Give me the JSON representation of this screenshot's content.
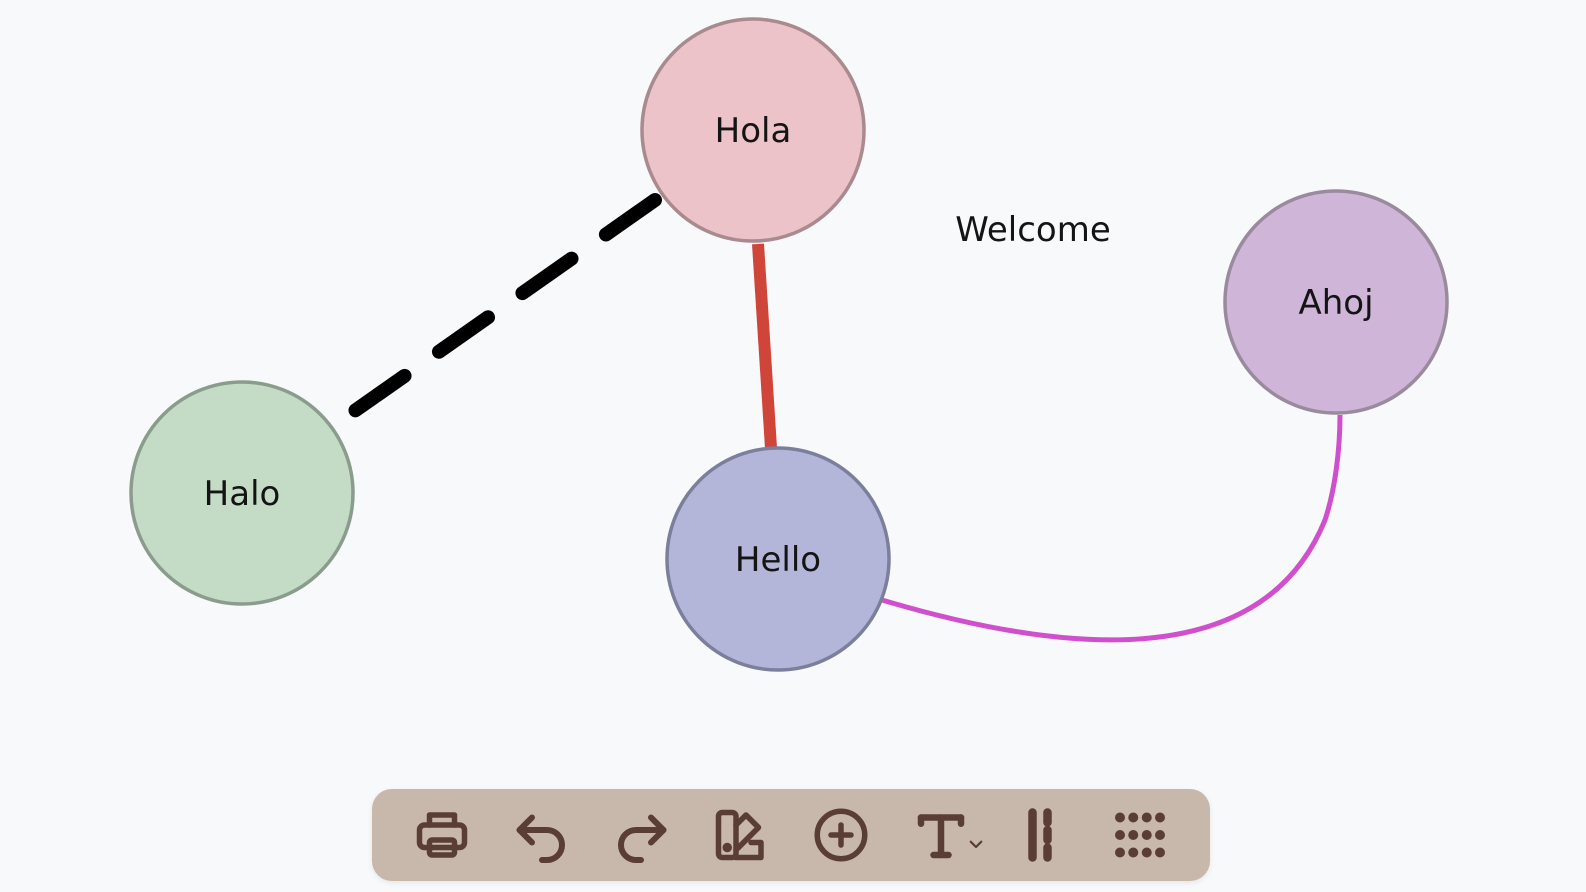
{
  "graph": {
    "nodes": [
      {
        "id": "hola",
        "label": "Hola",
        "fill": "#ecc3c9",
        "stroke": "#a98a8e"
      },
      {
        "id": "halo",
        "label": "Halo",
        "fill": "#c4dcc6",
        "stroke": "#8a9c8b"
      },
      {
        "id": "hello",
        "label": "Hello",
        "fill": "#b3b6d9",
        "stroke": "#7c7f9c"
      },
      {
        "id": "ahoj",
        "label": "Ahoj",
        "fill": "#cfb5d8",
        "stroke": "#998a9e"
      }
    ],
    "edges": [
      {
        "from": "hola",
        "to": "halo",
        "style": "dashed",
        "color": "#000000"
      },
      {
        "from": "hola",
        "to": "hello",
        "style": "solid",
        "color": "#d0453a"
      },
      {
        "from": "hello",
        "to": "ahoj",
        "style": "curved",
        "color": "#d04fcc"
      }
    ],
    "free_text": "Welcome"
  },
  "toolbar": {
    "background": "#c8b8ac",
    "icon_color": "#5a3e36",
    "tools": [
      {
        "name": "print-icon"
      },
      {
        "name": "undo-icon"
      },
      {
        "name": "redo-icon"
      },
      {
        "name": "color-palette-icon"
      },
      {
        "name": "add-node-icon"
      },
      {
        "name": "text-icon"
      },
      {
        "name": "edge-style-icon"
      },
      {
        "name": "grid-icon"
      }
    ]
  }
}
